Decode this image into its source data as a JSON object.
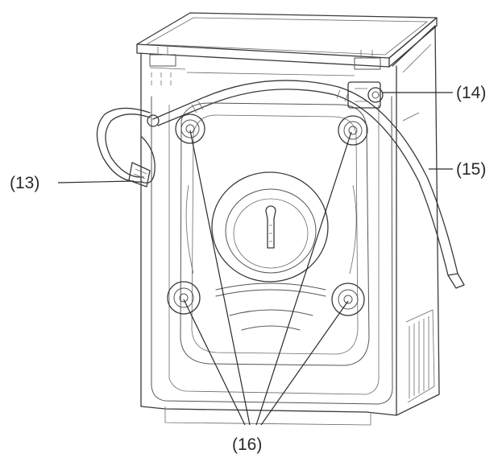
{
  "figure": {
    "colors": {
      "line": "#3a3a3a",
      "text": "#2a2a2a",
      "background": "#ffffff"
    },
    "callouts": [
      {
        "id": "c13",
        "label": "(13)"
      },
      {
        "id": "c14",
        "label": "(14)"
      },
      {
        "id": "c15",
        "label": "(15)"
      },
      {
        "id": "c16",
        "label": "(16)"
      }
    ]
  }
}
